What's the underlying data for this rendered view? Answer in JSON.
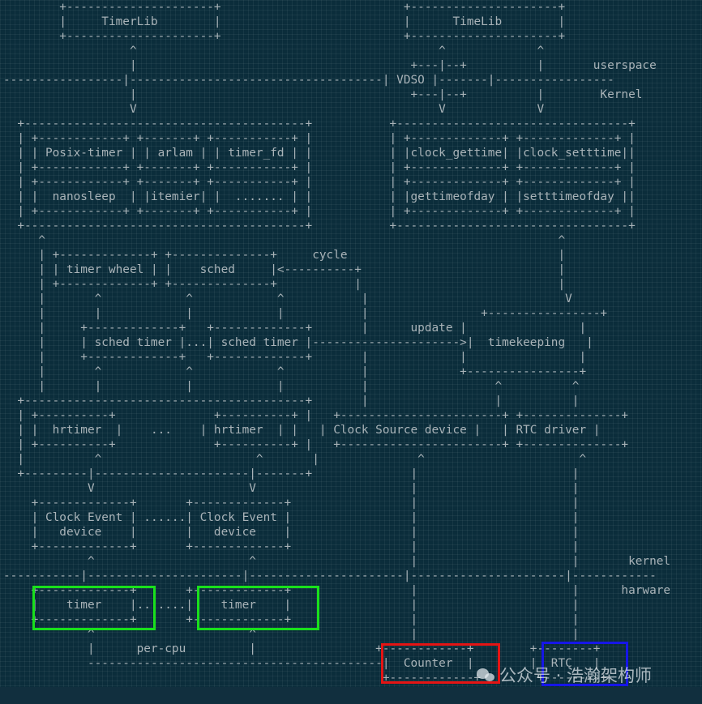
{
  "diagram": {
    "lines": [
      "        +---------------------+                          +---------------------+",
      "        |     TimerLib        |                          |      TimeLib        |",
      "        +---------------------+                          +---------------------+",
      "                  ^                                           ^             ^",
      "                  |                                       +---|--+          |       userspace",
      "-----------------|------------------------------------| VDSO |-------|-----------------",
      "                  |                                       +---|--+          |        Kernel",
      "                  V                                           V             V",
      "  +----------------------------------------+           +---------------------------------+",
      "  | +------------+ +-------+ +-----------+ |           | +-------------+ +-------------+ |",
      "  | | Posix-timer | | arlam | | timer_fd | |           | |clock_gettime| |clock_setttime||",
      "  | +------------+ +-------+ +-----------+ |           | +-------------+ +-------------+ |",
      "  | +------------+ +-------+ +-----------+ |           | +-------------+ +-------------+ |",
      "  | |  nanosleep  | |itemier| |  ....... | |           | |gettimeofday | |setttimeofday ||",
      "  | +------------+ +-------+ +-----------+ |           | +-------------+ +-------------+ |",
      "  +----------------------------------------+           +---------------------------------+",
      "     ^                                                                         ^",
      "     | +-------------+ +--------------+     cycle                              |",
      "     | | timer wheel | |    sched     |<----------+                            |",
      "     | +-------------+ +--------------+           |                            |",
      "     |       ^            ^            ^           |                            V",
      "     |       |            |            |           |                +----------------+",
      "     |     +-------------+   +-------------+       |      update |                |",
      "     |     | sched timer |...| sched timer |--------------------->|  timekeeping   |",
      "     |     +-------------+   +-------------+       |             |                |",
      "     |       ^            ^            ^           |             +----------------+",
      "     |       |            |            |           |                  ^          ^",
      "  +----------------------------------------+       |                  |          |",
      "  | +----------+              +----------+ |   +-----------------------+ +--------------+",
      "  | |  hrtimer  |    ...    | hrtimer  | |   | Clock Source device |   | RTC driver |",
      "  | +----------+              +----------+ |   +-----------------------+ +--------------+",
      "  |          ^                      ^       |              ^                      ^",
      "  +---------|----------------------|-------+              |                      |",
      "            V                      V                      |                      |",
      "    +-------------+       +-------------+                 |                      |",
      "    | Clock Event | ......| Clock Event |                 |                      |",
      "    |   device    |       |   device    |                 |                      |",
      "    +-------------+       +-------------+                 |                      |",
      "            ^                      ^                      |                      |       kernel",
      "-----------|----------------------|----------------------|----------------------|------------",
      "    +-------------+       +-------------+                 |                      |      harware",
      "    |    timer    |.......|    timer    |                 |                      |",
      "    +-------------+       +-------------+                 |                      |",
      "            ^                      ^                      |                      |",
      "            |      per-cpu         |                 +------------+        +--------+",
      "            ------------------------------------------|  Counter  |        |  RTC   |",
      "                                                      +------------+        +--------+"
    ],
    "highlights": {
      "timer_boxes_color": "#19e01c",
      "counter_box_color": "#e51414",
      "rtc_box_color": "#1616e8"
    }
  },
  "watermark": {
    "text": "公众号 · 浩瀚架构师"
  }
}
